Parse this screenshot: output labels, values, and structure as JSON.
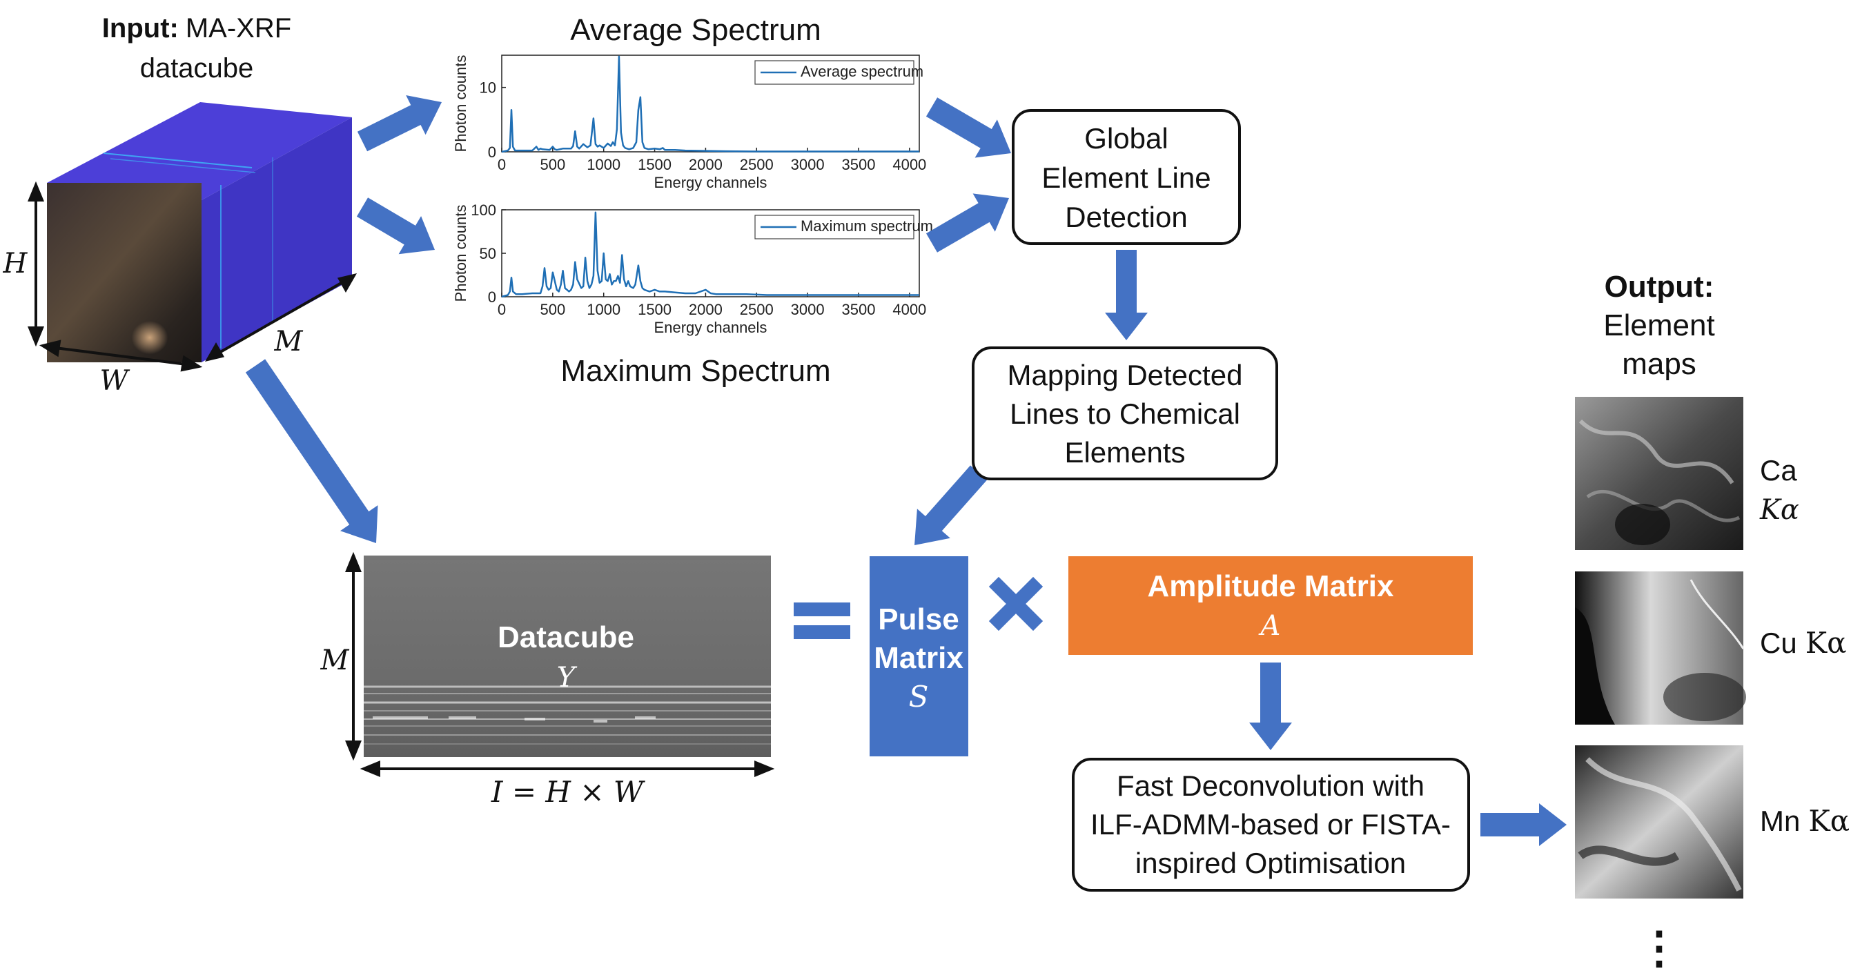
{
  "input": {
    "bold": "Input:",
    "rest": "MA-XRF",
    "line2": "datacube"
  },
  "cube_labels": {
    "h": "H",
    "w": "W",
    "m": "M"
  },
  "titles": {
    "average": "Average Spectrum",
    "maximum": "Maximum Spectrum"
  },
  "chart_data": [
    {
      "type": "line",
      "title": "Average Spectrum",
      "xlabel": "Energy channels",
      "ylabel": "Photon counts",
      "xlim": [
        0,
        4096
      ],
      "ylim": [
        0,
        15
      ],
      "xticks": [
        0,
        500,
        1000,
        1500,
        2000,
        2500,
        3000,
        3500,
        4000
      ],
      "yticks": [
        0,
        10
      ],
      "legend": "top-right",
      "color": "#1f6fb5",
      "series": [
        {
          "name": "Average spectrum",
          "x": [
            0,
            60,
            80,
            95,
            110,
            130,
            300,
            340,
            360,
            380,
            400,
            470,
            500,
            520,
            540,
            600,
            680,
            700,
            720,
            740,
            760,
            800,
            840,
            870,
            900,
            920,
            940,
            960,
            1000,
            1040,
            1070,
            1090,
            1110,
            1130,
            1150,
            1170,
            1190,
            1210,
            1250,
            1290,
            1320,
            1340,
            1360,
            1380,
            1400,
            1440,
            1500,
            1550,
            1580,
            1600,
            1700,
            1800,
            2000,
            2200,
            2500,
            3000,
            3500,
            4000,
            4096
          ],
          "y": [
            0,
            0.2,
            0.6,
            6.5,
            0.8,
            0.2,
            0.2,
            0.8,
            0.3,
            0.5,
            0.4,
            0.3,
            0.8,
            0.4,
            0.3,
            0.5,
            0.5,
            0.9,
            3.2,
            0.8,
            0.5,
            1.2,
            0.7,
            1.0,
            5.2,
            1.2,
            0.8,
            1.0,
            0.6,
            1.3,
            0.9,
            1.5,
            1.0,
            3.5,
            14.8,
            3.0,
            1.0,
            0.6,
            0.4,
            0.6,
            1.5,
            6.5,
            8.5,
            1.5,
            0.6,
            0.4,
            0.5,
            0.4,
            0.6,
            0.3,
            0.3,
            0.2,
            0.15,
            0.1,
            0.05,
            0.05,
            0.05,
            0.05,
            0.05
          ]
        }
      ]
    },
    {
      "type": "line",
      "title": "Maximum Spectrum",
      "xlabel": "Energy channels",
      "ylabel": "Photon counts",
      "xlim": [
        0,
        4096
      ],
      "ylim": [
        0,
        100
      ],
      "xticks": [
        0,
        500,
        1000,
        1500,
        2000,
        2500,
        3000,
        3500,
        4000
      ],
      "yticks": [
        0,
        50,
        100
      ],
      "legend": "top-right",
      "color": "#1f6fb5",
      "series": [
        {
          "name": "Maximum spectrum",
          "x": [
            0,
            60,
            80,
            95,
            110,
            140,
            200,
            300,
            380,
            400,
            420,
            440,
            460,
            480,
            500,
            540,
            560,
            580,
            600,
            620,
            660,
            680,
            700,
            720,
            740,
            780,
            800,
            820,
            840,
            860,
            880,
            900,
            920,
            940,
            960,
            980,
            1000,
            1020,
            1040,
            1060,
            1080,
            1100,
            1120,
            1140,
            1160,
            1180,
            1200,
            1220,
            1240,
            1260,
            1290,
            1310,
            1340,
            1360,
            1380,
            1400,
            1450,
            1500,
            1550,
            1600,
            1700,
            1800,
            1900,
            2000,
            2050,
            2100,
            2200,
            2400,
            2600,
            2800,
            3000,
            3500,
            4000,
            4096
          ],
          "y": [
            0,
            2,
            6,
            22,
            6,
            3,
            3,
            4,
            4,
            12,
            33,
            12,
            8,
            10,
            28,
            8,
            6,
            14,
            30,
            10,
            6,
            8,
            14,
            40,
            20,
            10,
            12,
            45,
            18,
            10,
            14,
            24,
            97,
            30,
            16,
            18,
            50,
            20,
            18,
            26,
            14,
            18,
            18,
            24,
            16,
            48,
            20,
            12,
            18,
            12,
            10,
            14,
            36,
            18,
            10,
            8,
            6,
            8,
            6,
            6,
            5,
            4,
            4,
            8,
            4,
            3,
            3,
            3,
            2,
            2,
            2,
            2,
            2,
            2
          ]
        }
      ]
    }
  ],
  "boxes": {
    "global": [
      "Global",
      "Element Line",
      "Detection"
    ],
    "mapping": [
      "Mapping Detected",
      "Lines to Chemical",
      "Elements"
    ],
    "fast": [
      "Fast Deconvolution with",
      "ILF-ADMM-based or FISTA-",
      "inspired Optimisation"
    ]
  },
  "datacube": {
    "title": "Datacube",
    "symbol": "Y",
    "m_label": "M",
    "i_label": "I = H × W"
  },
  "pulse": {
    "line1": "Pulse",
    "line2": "Matrix",
    "symbol": "S"
  },
  "amplitude": {
    "title": "Amplitude Matrix",
    "symbol": "A"
  },
  "output": {
    "bold": "Output:",
    "line2": "Element",
    "line3": "maps"
  },
  "maps": [
    {
      "el": "Ca",
      "line": "Kα"
    },
    {
      "el": "Cu",
      "line": "Kα"
    },
    {
      "el": "Mn",
      "line": "Kα"
    }
  ],
  "ellipsis": "⋮",
  "colors": {
    "arrow": "#4472c4",
    "pulse": "#4472c4",
    "amplitude": "#ed7d31",
    "spectrum": "#1f6fb5",
    "cube": "#4b3fd6"
  }
}
